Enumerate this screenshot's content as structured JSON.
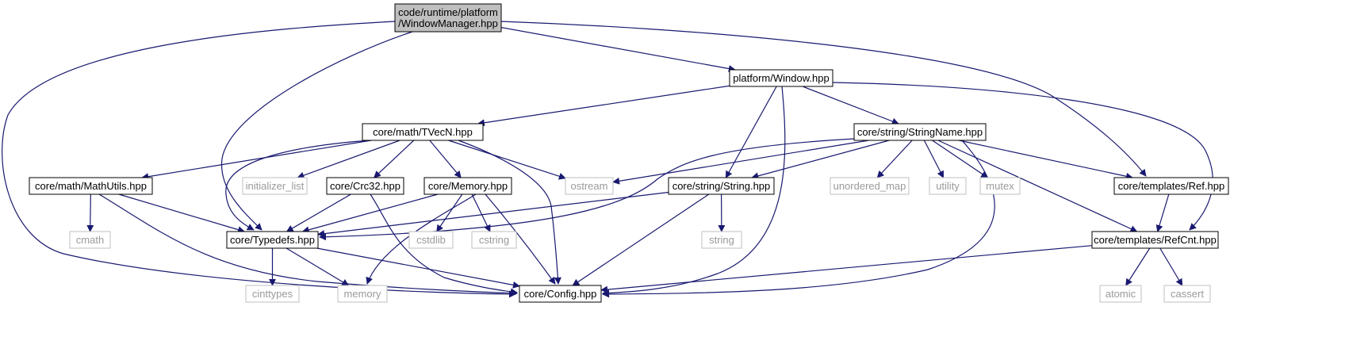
{
  "diagram": {
    "type": "include-dependency-graph",
    "colors": {
      "edge": "#191970",
      "root_fill": "#bfbfbf",
      "local_border": "#000000",
      "system_border": "#bfbfbf",
      "system_text": "#9a9a9a"
    },
    "nodes": [
      {
        "id": "wm",
        "lines": [
          "code/runtime/platform",
          "/WindowManager.hpp"
        ],
        "kind": "root"
      },
      {
        "id": "window",
        "lines": [
          "platform/Window.hpp"
        ],
        "kind": "local"
      },
      {
        "id": "tvecn",
        "lines": [
          "core/math/TVecN.hpp"
        ],
        "kind": "local"
      },
      {
        "id": "stringname",
        "lines": [
          "core/string/StringName.hpp"
        ],
        "kind": "local"
      },
      {
        "id": "mathutils",
        "lines": [
          "core/math/MathUtils.hpp"
        ],
        "kind": "local"
      },
      {
        "id": "initlist",
        "lines": [
          "initializer_list"
        ],
        "kind": "system"
      },
      {
        "id": "crc32",
        "lines": [
          "core/Crc32.hpp"
        ],
        "kind": "local"
      },
      {
        "id": "memoryhpp",
        "lines": [
          "core/Memory.hpp"
        ],
        "kind": "local"
      },
      {
        "id": "ostream",
        "lines": [
          "ostream"
        ],
        "kind": "system"
      },
      {
        "id": "string",
        "lines": [
          "core/string/String.hpp"
        ],
        "kind": "local"
      },
      {
        "id": "umap",
        "lines": [
          "unordered_map"
        ],
        "kind": "system"
      },
      {
        "id": "utility",
        "lines": [
          "utility"
        ],
        "kind": "system"
      },
      {
        "id": "mutex",
        "lines": [
          "mutex"
        ],
        "kind": "system"
      },
      {
        "id": "ref",
        "lines": [
          "core/templates/Ref.hpp"
        ],
        "kind": "local"
      },
      {
        "id": "cmath",
        "lines": [
          "cmath"
        ],
        "kind": "system"
      },
      {
        "id": "typedefs",
        "lines": [
          "core/Typedefs.hpp"
        ],
        "kind": "local"
      },
      {
        "id": "cstdlib",
        "lines": [
          "cstdlib"
        ],
        "kind": "system"
      },
      {
        "id": "cstring",
        "lines": [
          "cstring"
        ],
        "kind": "system"
      },
      {
        "id": "stdstring",
        "lines": [
          "string"
        ],
        "kind": "system"
      },
      {
        "id": "refcnt",
        "lines": [
          "core/templates/RefCnt.hpp"
        ],
        "kind": "local"
      },
      {
        "id": "cinttypes",
        "lines": [
          "cinttypes"
        ],
        "kind": "system"
      },
      {
        "id": "memory",
        "lines": [
          "memory"
        ],
        "kind": "system"
      },
      {
        "id": "config",
        "lines": [
          "core/Config.hpp"
        ],
        "kind": "local"
      },
      {
        "id": "atomic",
        "lines": [
          "atomic"
        ],
        "kind": "system"
      },
      {
        "id": "cassert",
        "lines": [
          "cassert"
        ],
        "kind": "system"
      }
    ],
    "edges": [
      {
        "from": "wm",
        "to": "window"
      },
      {
        "from": "wm",
        "to": "ref"
      },
      {
        "from": "wm",
        "to": "typedefs"
      },
      {
        "from": "wm",
        "to": "config"
      },
      {
        "from": "window",
        "to": "tvecn"
      },
      {
        "from": "window",
        "to": "stringname"
      },
      {
        "from": "window",
        "to": "string"
      },
      {
        "from": "window",
        "to": "refcnt"
      },
      {
        "from": "window",
        "to": "config"
      },
      {
        "from": "tvecn",
        "to": "mathutils"
      },
      {
        "from": "tvecn",
        "to": "initlist"
      },
      {
        "from": "tvecn",
        "to": "crc32"
      },
      {
        "from": "tvecn",
        "to": "memoryhpp"
      },
      {
        "from": "tvecn",
        "to": "ostream"
      },
      {
        "from": "tvecn",
        "to": "typedefs"
      },
      {
        "from": "tvecn",
        "to": "config"
      },
      {
        "from": "stringname",
        "to": "ostream"
      },
      {
        "from": "stringname",
        "to": "string"
      },
      {
        "from": "stringname",
        "to": "umap"
      },
      {
        "from": "stringname",
        "to": "utility"
      },
      {
        "from": "stringname",
        "to": "mutex"
      },
      {
        "from": "stringname",
        "to": "ref"
      },
      {
        "from": "stringname",
        "to": "refcnt"
      },
      {
        "from": "stringname",
        "to": "typedefs"
      },
      {
        "from": "stringname",
        "to": "config"
      },
      {
        "from": "mathutils",
        "to": "cmath"
      },
      {
        "from": "mathutils",
        "to": "typedefs"
      },
      {
        "from": "mathutils",
        "to": "config"
      },
      {
        "from": "crc32",
        "to": "typedefs"
      },
      {
        "from": "crc32",
        "to": "config"
      },
      {
        "from": "memoryhpp",
        "to": "typedefs"
      },
      {
        "from": "memoryhpp",
        "to": "cstdlib"
      },
      {
        "from": "memoryhpp",
        "to": "cstring"
      },
      {
        "from": "memoryhpp",
        "to": "memory"
      },
      {
        "from": "memoryhpp",
        "to": "config"
      },
      {
        "from": "string",
        "to": "typedefs"
      },
      {
        "from": "string",
        "to": "stdstring"
      },
      {
        "from": "string",
        "to": "config"
      },
      {
        "from": "ref",
        "to": "refcnt"
      },
      {
        "from": "refcnt",
        "to": "config"
      },
      {
        "from": "refcnt",
        "to": "atomic"
      },
      {
        "from": "refcnt",
        "to": "cassert"
      },
      {
        "from": "typedefs",
        "to": "cinttypes"
      },
      {
        "from": "typedefs",
        "to": "memory"
      },
      {
        "from": "typedefs",
        "to": "config"
      }
    ]
  }
}
